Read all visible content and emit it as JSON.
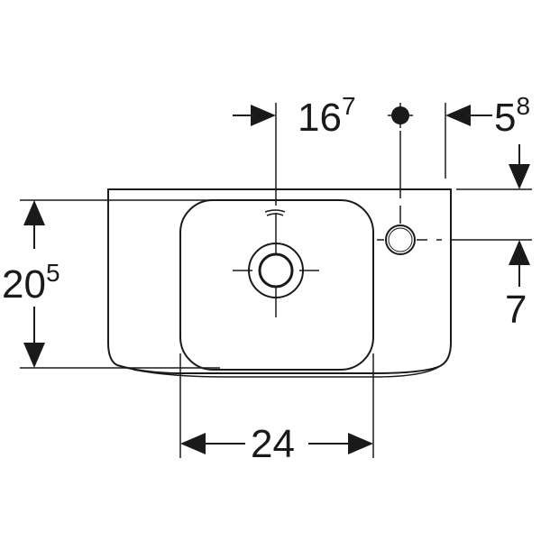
{
  "dimensions": {
    "top_center": {
      "main": "16",
      "sup": "7"
    },
    "top_right": {
      "main": "5",
      "sup": "8"
    },
    "left_height": {
      "main": "20",
      "sup": "5"
    },
    "right_offset": {
      "main": "7"
    },
    "bottom_width": {
      "main": "24"
    }
  },
  "colors": {
    "line": "#1a1a1a",
    "background": "#ffffff"
  }
}
